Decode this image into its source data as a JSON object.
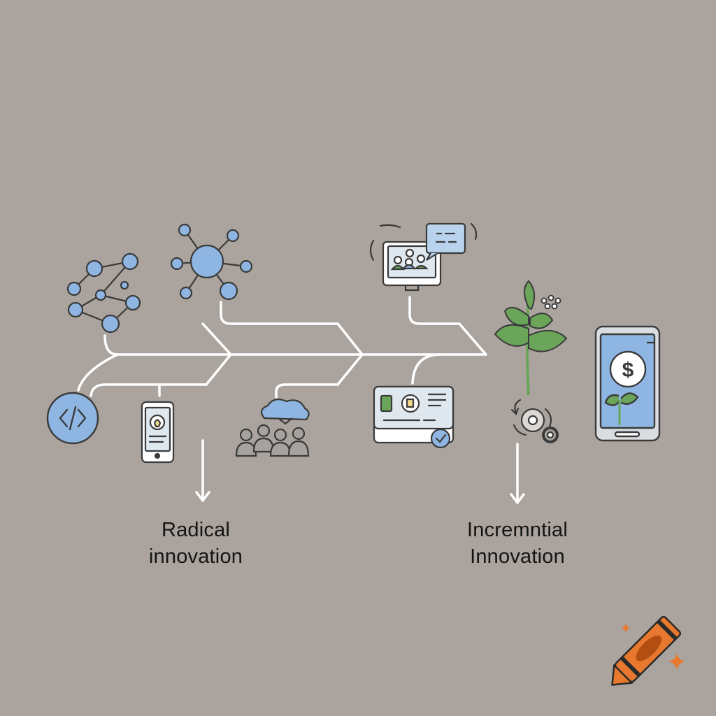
{
  "labels": {
    "radical": [
      "Radical",
      "innovation"
    ],
    "incremental": [
      "Incremntial",
      "Innovation"
    ]
  },
  "icons": [
    "network-graph-icon",
    "hub-node-icon",
    "monitor-video-call-icon",
    "code-circle-icon",
    "smartphone-lightbulb-icon",
    "cloud-team-icon",
    "dashboard-card-icon",
    "sprout-plant-icon",
    "gear-cycle-icon",
    "mobile-finance-icon",
    "crayon-logo-icon"
  ],
  "symbols": {
    "currency": "$"
  },
  "colors": {
    "background": "#aba49e",
    "line": "#ffffff",
    "ink": "#3a3a3a",
    "accent_blue": "#8fb6e2",
    "accent_green": "#6aa55a",
    "accent_orange": "#e8782e"
  }
}
